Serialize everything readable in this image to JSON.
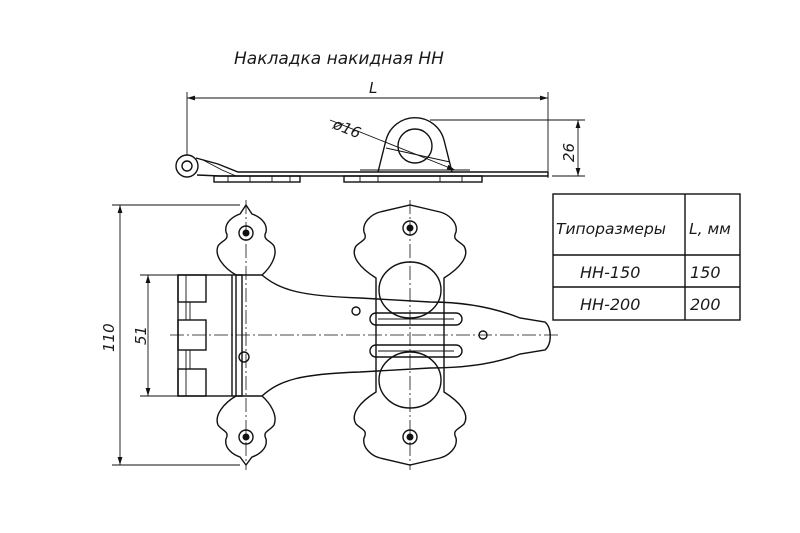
{
  "title": "Накладка накидная НН",
  "dimensions": {
    "length": "L",
    "diameter": "ø16",
    "height": "26",
    "overall_width": "110",
    "hinge_width": "51"
  },
  "table": {
    "headers": [
      "Типоразмеры",
      "L, мм"
    ],
    "rows": [
      [
        "НН-150",
        "150"
      ],
      [
        "НН-200",
        "200"
      ]
    ]
  }
}
